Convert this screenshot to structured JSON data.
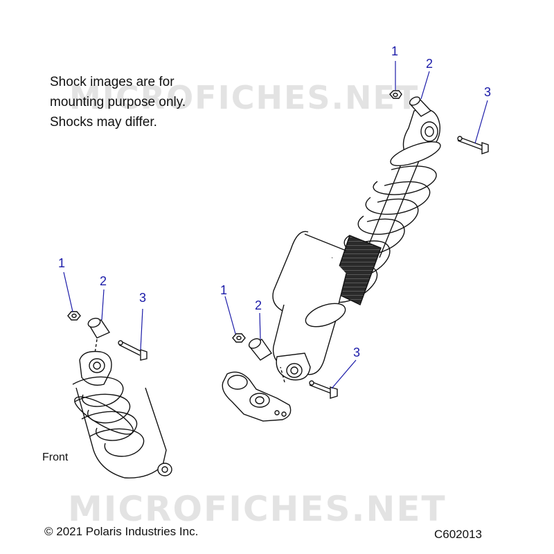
{
  "watermark": "MICROFICHES.NET",
  "note": {
    "line1": "Shock images are for",
    "line2": "mounting purpose only.",
    "line3": "Shocks may differ."
  },
  "front_label": "Front",
  "copyright": "© 2021 Polaris Industries Inc.",
  "diagram_code": "C602013",
  "callouts": {
    "top": [
      "1",
      "2",
      "3"
    ],
    "left": [
      "1",
      "2",
      "3"
    ],
    "middle": [
      "1",
      "2",
      "3"
    ]
  },
  "colors": {
    "callout": "#1a1aa8",
    "line": "#111111"
  }
}
